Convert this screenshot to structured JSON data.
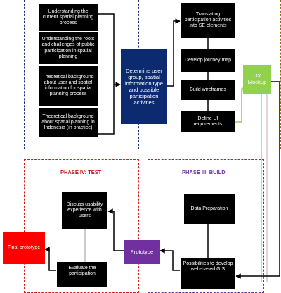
{
  "phases": {
    "test_title": "PHASE IV: TEST",
    "build_title": "PHASE III: BUILD"
  },
  "nodes": {
    "understand_current": "Understanding the current spatial planning process",
    "understand_roots": "Understanding the roots and challenges of public participation in spatial planning",
    "theoretical_background": "Theoretical background about user and spatial information for spatial planning process",
    "theoretical_indonesia": "Theoretical background about spatial planning in Indonesia (in practice)",
    "determine_user_group": "Determine user group, spatial information type and possible participation activities",
    "translating": "Translating participation activities into SE elements",
    "journey_map": "Develop journey map",
    "wireframes": "Build wireframes",
    "ui_requirements": "Define UI requirements",
    "ux_mockup": "UX Mockup",
    "discuss_usability": "Discuss usability experience with users",
    "prototype": "Prototype",
    "final_prototype": "Final prototype",
    "evaluate": "Evaluate the participation",
    "data_preparation": "Data Preparation",
    "possibilities": "Possibilities to develop web-based GIS"
  },
  "colors": {
    "phase1": "#1f2f7a",
    "phase2": "#8b6b12",
    "phase3": "#7030a0",
    "phase4": "#d41919",
    "navy_box": "#0b2a6f",
    "green_box": "#92d050",
    "purple_box": "#7030a0",
    "red_box": "#ff0000"
  }
}
